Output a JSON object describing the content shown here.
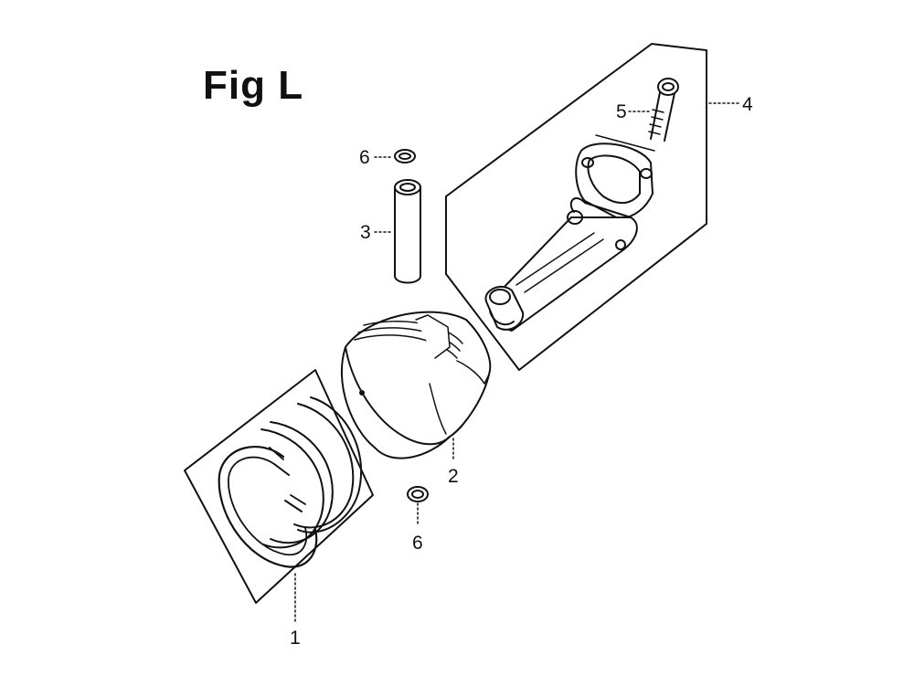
{
  "figure": {
    "title": "Fig L"
  },
  "callouts": {
    "piston_rings": "1",
    "piston": "2",
    "piston_pin": "3",
    "connecting_rod_assembly": "4",
    "rod_bolt": "5",
    "clip_upper": "6",
    "clip_lower": "6"
  }
}
